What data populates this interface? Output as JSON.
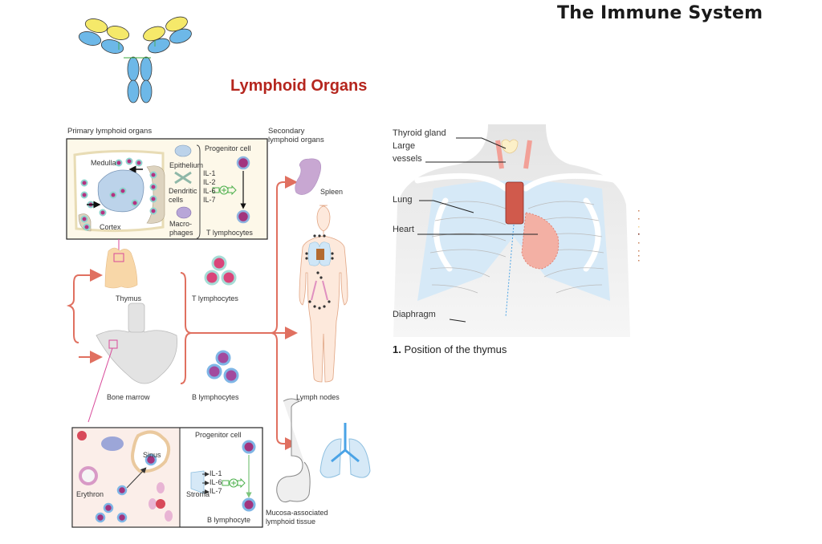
{
  "header": {
    "title": "The Immune System",
    "section_title": "Lymphoid Organs"
  },
  "colors": {
    "section_title": "#b5261e",
    "flow_arrows": "#e07060",
    "t_cell_core": "#d9457a",
    "b_cell_core": "#a24a9e",
    "b_cell_ring": "#7fb6e6",
    "t_cell_ring": "#a6dcd6",
    "thymus": "#f8d7a8",
    "spleen": "#c8a7d2",
    "lung": "#d6e9f7",
    "heart": "#d05a4c"
  },
  "left_diagram": {
    "primary_title": "Primary lymphoid organs",
    "secondary_title_line1": "Secondary",
    "secondary_title_line2": "lymphoid organs",
    "thymus_panel": {
      "medulla": "Medulla",
      "cortex": "Cortex",
      "epithelium": "Epithelium",
      "dendritic_line1": "Dendritic",
      "dendritic_line2": "cells",
      "macro_line1": "Macro-",
      "macro_line2": "phages",
      "interleukins": [
        "IL-1",
        "IL-2",
        "IL-6",
        "IL-7"
      ],
      "progenitor": "Progenitor cell",
      "result": "T lymphocytes"
    },
    "marrow_panel": {
      "sinus": "Sinus",
      "erythron": "Erythron",
      "stroma": "Stroma",
      "interleukins": [
        "IL-1",
        "IL-6",
        "IL-7"
      ],
      "progenitor": "Progenitor cell",
      "result": "B lymphocyte"
    },
    "organs": {
      "thymus": "Thymus",
      "bone_marrow": "Bone marrow",
      "t_lymphocytes": "T lymphocytes",
      "b_lymphocytes": "B lymphocytes",
      "spleen": "Spleen",
      "lymph_nodes": "Lymph nodes",
      "malt_line1": "Mucosa-associated",
      "malt_line2": "lymphoid tissue"
    }
  },
  "right_diagram": {
    "labels": {
      "thyroid": "Thyroid gland",
      "vessels_line1": "Large",
      "vessels_line2": "vessels",
      "lung": "Lung",
      "heart": "Heart",
      "diaphragm": "Diaphragm"
    },
    "caption_number": "1.",
    "caption_text": " Position of the thymus"
  }
}
